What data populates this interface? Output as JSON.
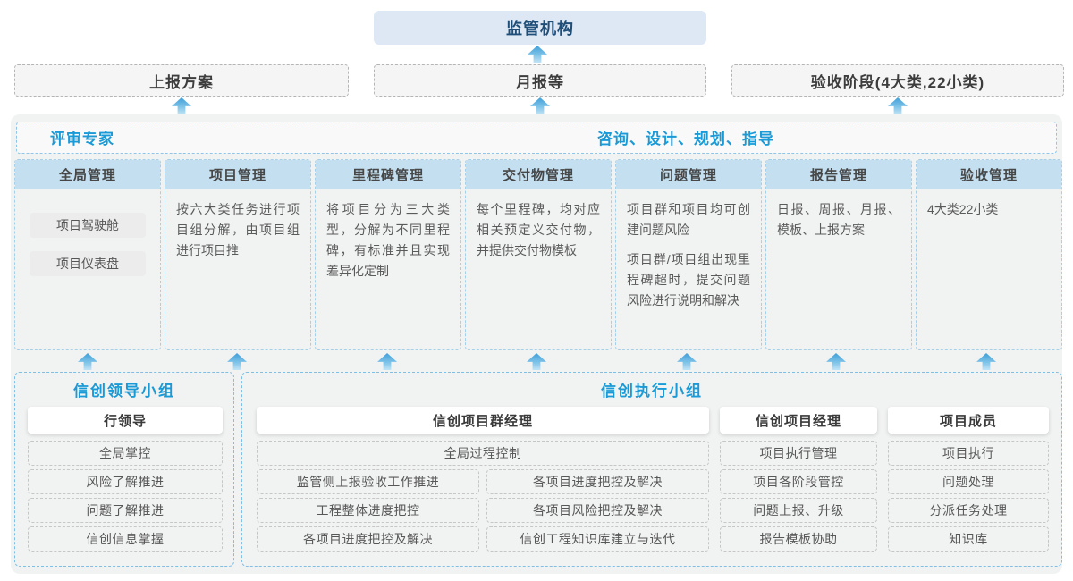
{
  "top": {
    "regulator": "监管机构",
    "boxes": [
      "上报方案",
      "月报等",
      "验收阶段(4大类,22小类)"
    ]
  },
  "expert_bar": {
    "left": "评审专家",
    "right": "咨询、设计、规划、指导"
  },
  "columns": [
    {
      "title": "全局管理",
      "buttons": [
        "项目驾驶舱",
        "项目仪表盘"
      ]
    },
    {
      "title": "项目管理",
      "paragraphs": [
        "按六大类任务进行项目组分解，由项目组进行项目推"
      ]
    },
    {
      "title": "里程碑管理",
      "paragraphs": [
        "将项目分为三大类型，分解为不同里程碑，有标准并且实现差异化定制"
      ]
    },
    {
      "title": "交付物管理",
      "paragraphs": [
        "每个里程碑，均对应相关预定义交付物，并提供交付物模板"
      ]
    },
    {
      "title": "问题管理",
      "paragraphs": [
        "项目群和项目均可创建问题风险",
        "项目群/项目组出现里程碑超时，提交问题风险进行说明和解决"
      ]
    },
    {
      "title": "报告管理",
      "paragraphs": [
        "日报、周报、月报、模板、上报方案"
      ]
    },
    {
      "title": "验收管理",
      "paragraphs": [
        "4大类22小类"
      ]
    }
  ],
  "leader_group": {
    "title": "信创领导小组",
    "role": "行领导",
    "items": [
      "全局掌控",
      "风险了解推进",
      "问题了解推进",
      "信创信息掌握"
    ]
  },
  "exec_group": {
    "title": "信创执行小组",
    "program_manager": {
      "role": "信创项目群经理",
      "full_width_item": "全局过程控制",
      "left_items": [
        "监管侧上报验收工作推进",
        "工程整体进度把控",
        "各项目进度把控及解决"
      ],
      "right_items": [
        "各项目进度把控及解决",
        "各项目风险把控及解决",
        "信创工程知识库建立与迭代"
      ]
    },
    "project_manager": {
      "role": "信创项目经理",
      "items": [
        "项目执行管理",
        "项目各阶段管控",
        "问题上报、升级",
        "报告模板协助"
      ]
    },
    "member": {
      "role": "项目成员",
      "items": [
        "项目执行",
        "问题处理",
        "分派任务处理",
        "知识库"
      ]
    }
  },
  "colors": {
    "accent_blue_text": "#1a9ad6",
    "regulator_navy_text": "#1f4e79",
    "regulator_bg": "#dde8f4",
    "column_header_bg": "#c4dff0",
    "container_bg": "#f1f2f2",
    "dashed_blue_border": "#8ec5e9",
    "arrow_gradient_top": "#3f9fd8",
    "arrow_gradient_bottom": "#c2e4f6"
  }
}
